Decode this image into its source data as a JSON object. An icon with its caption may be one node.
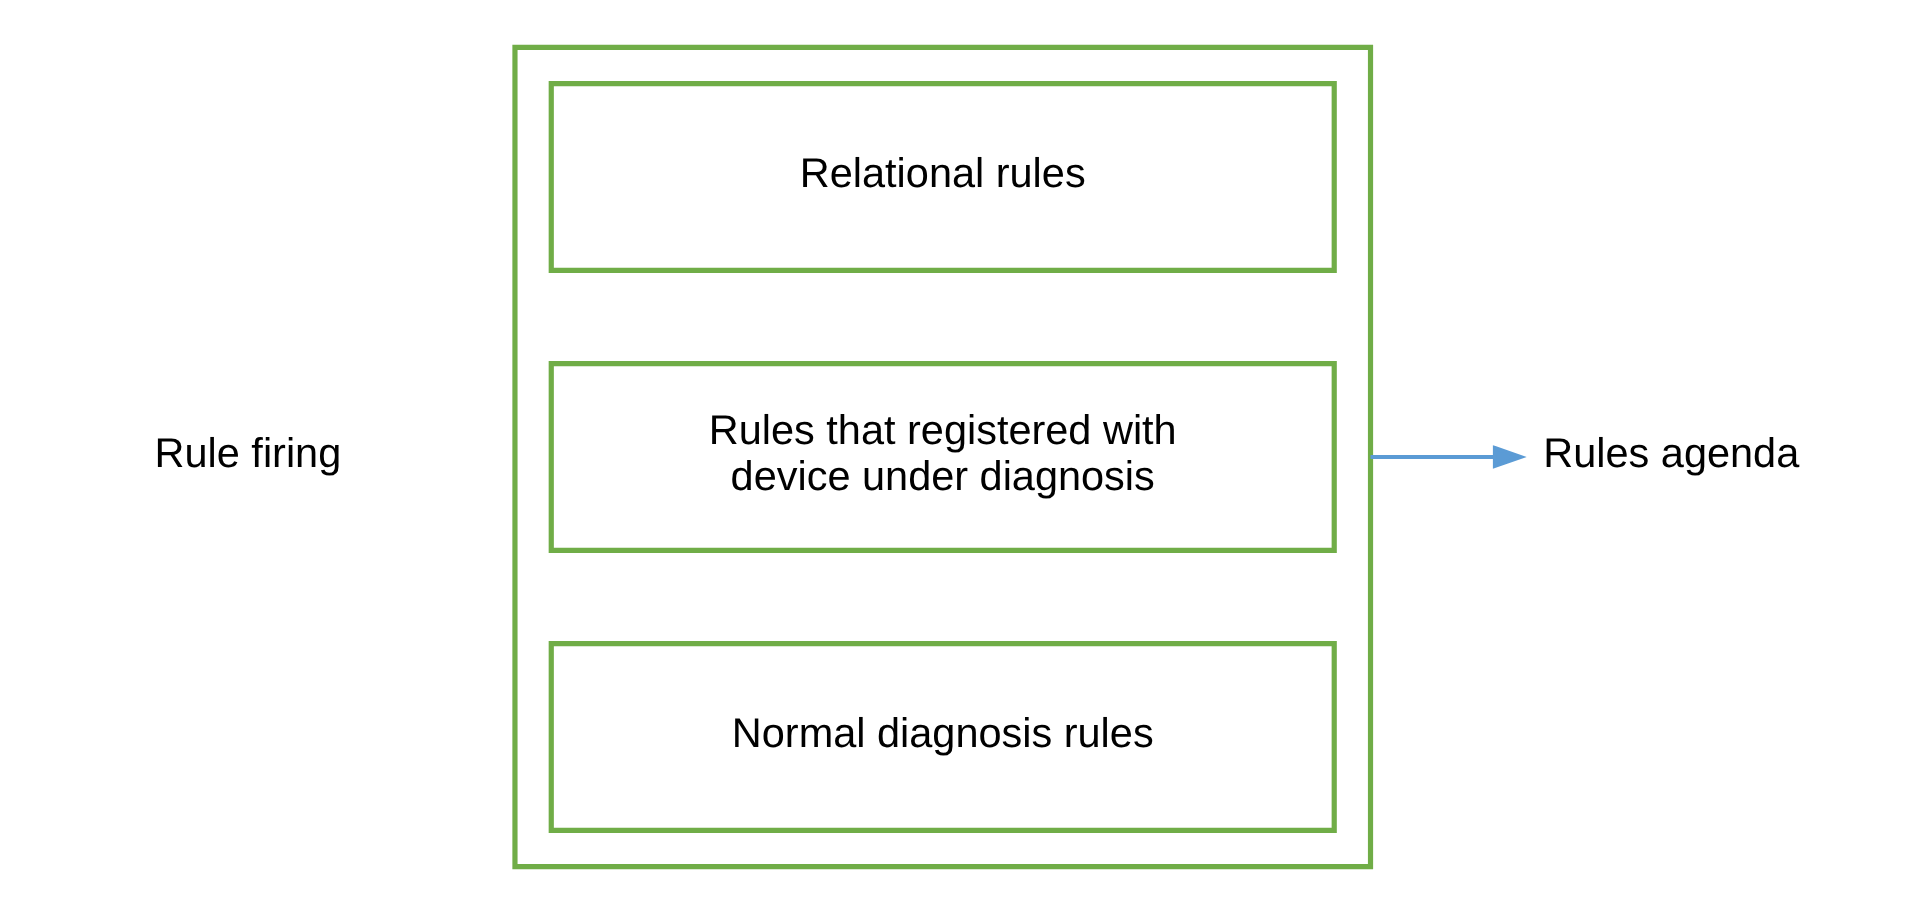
{
  "diagram": {
    "nodes": [
      {
        "text": [],
        "shape": "box"
      },
      {
        "text": [
          "Relational rules"
        ],
        "in": 0
      },
      {
        "text": [
          "Rules that registered with device under diagnosis"
        ],
        "in": 0
      },
      {
        "text": [
          "Normal diagnosis rules"
        ],
        "in": 0
      },
      {
        "text": [
          "Rules agenda"
        ]
      }
    ],
    "edges": [
      {
        "from": 0,
        "to": 4,
        "arrow": "to"
      }
    ],
    "labels": [
      "Rule firing"
    ]
  }
}
